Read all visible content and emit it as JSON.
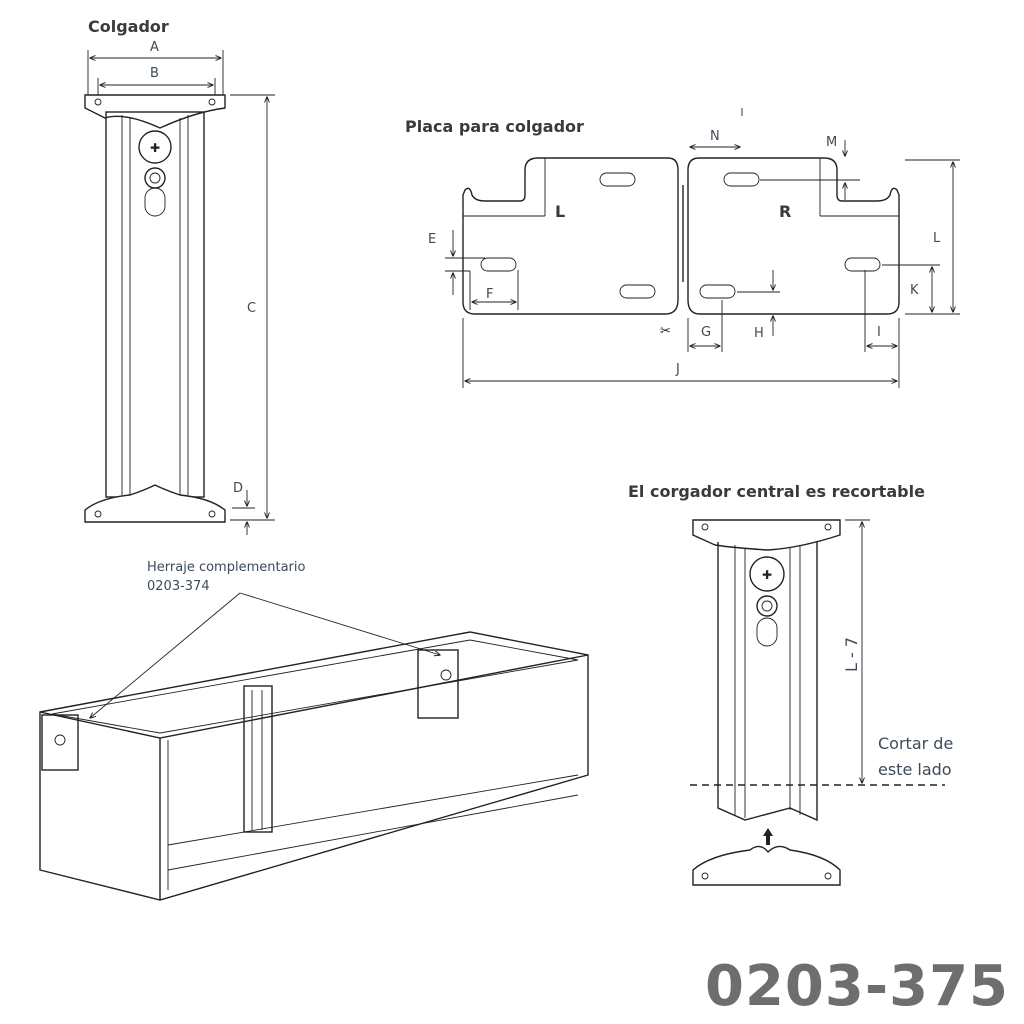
{
  "colgador": {
    "title": "Colgador",
    "dims": {
      "a": "A",
      "b": "B",
      "c": "C",
      "d": "D"
    }
  },
  "placa": {
    "title": "Placa para colgador",
    "side_left": "L",
    "side_right": "R",
    "dims": {
      "e": "E",
      "f": "F",
      "g": "G",
      "h": "H",
      "i": "I",
      "j": "J",
      "k": "K",
      "l": "L",
      "m": "M",
      "n": "N"
    }
  },
  "recortable": {
    "title": "El corgador central es recortable",
    "dim": "L - 7",
    "cut_line1": "Cortar de",
    "cut_line2": "este lado"
  },
  "herraje": {
    "line1": "Herraje complementario",
    "line2": "0203-374"
  },
  "product_code": "0203-375"
}
